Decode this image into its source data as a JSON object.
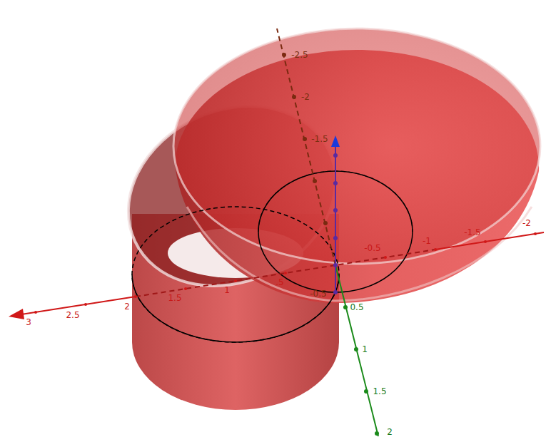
{
  "diagram": {
    "labels": [
      "3",
      "2.5",
      "2",
      "1.5",
      "1",
      ".5",
      "-0.5",
      "-1",
      "-1.5",
      "-2",
      "0.5",
      "1",
      "1.5",
      "2",
      "-2.5",
      "-2",
      "-1.5",
      "-0.5"
    ]
  }
}
